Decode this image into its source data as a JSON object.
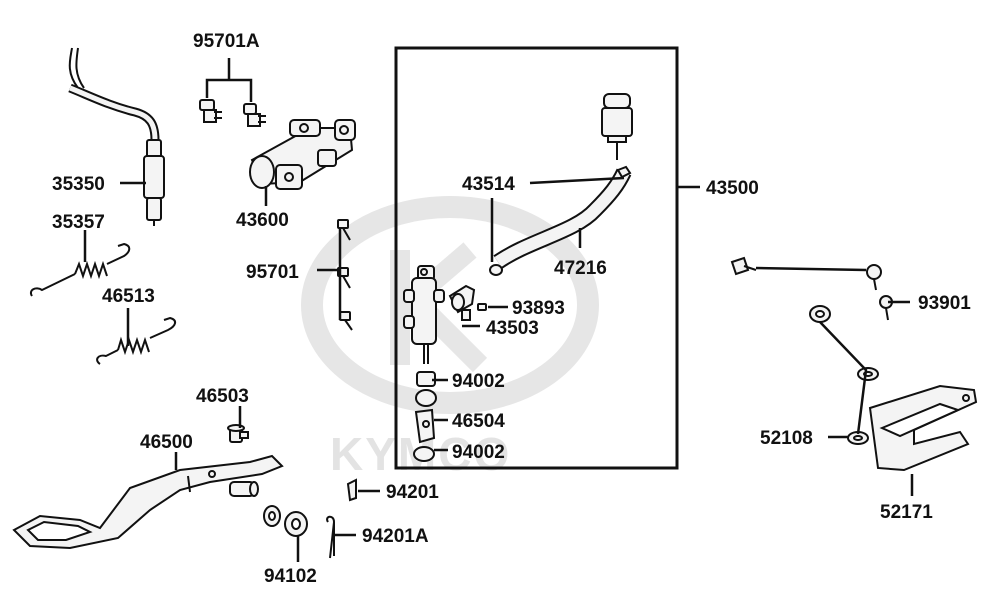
{
  "diagram": {
    "watermark": "KYMCO",
    "colors": {
      "ink": "#111111",
      "part_fill": "#f4f4f4",
      "part_shade": "#cfcfcf",
      "watermark": "#e3e3e3"
    },
    "labels": {
      "p95701A": "95701A",
      "p35350": "35350",
      "p43600": "43600",
      "p35357": "35357",
      "p46513": "46513",
      "p95701": "95701",
      "p46503": "46503",
      "p46500": "46500",
      "p94201": "94201",
      "p94201A": "94201A",
      "p94102": "94102",
      "p43514": "43514",
      "p43500": "43500",
      "p47216": "47216",
      "p93893": "93893",
      "p43503": "43503",
      "p94002a": "94002",
      "p46504": "46504",
      "p94002b": "94002",
      "p93901": "93901",
      "p52108": "52108",
      "p52171": "52171"
    }
  }
}
